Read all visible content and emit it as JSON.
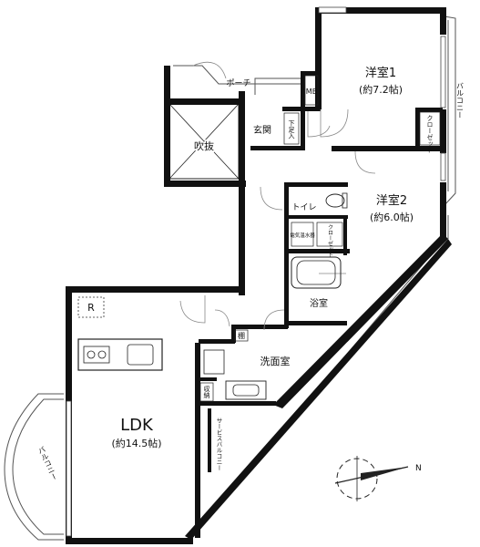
{
  "floorplan": {
    "rooms": {
      "western_room_1": {
        "name": "洋室1",
        "area": "(約7.2帖)"
      },
      "western_room_2": {
        "name": "洋室2",
        "area": "(約6.0帖)"
      },
      "ldk": {
        "name": "LDK",
        "area": "(約14.5帖)"
      },
      "washroom": "洗面室",
      "bathroom": "浴室",
      "toilet": "トイレ",
      "entrance": "玄関",
      "porch": "ポーチ",
      "atrium": "吹抜"
    },
    "small_labels": {
      "mb": "MB",
      "shoe_box": "下足入",
      "closet_1": "クローゼット",
      "closet_2": "クローゼット",
      "water_heater": "電気温水器",
      "shelf": "棚",
      "storage": "収納",
      "service_balcony": "サービスバルコニー",
      "refrigerator": "R"
    },
    "balconies": {
      "east": "バルコニー",
      "west": "バルコニー"
    },
    "compass": {
      "north": "N"
    }
  }
}
